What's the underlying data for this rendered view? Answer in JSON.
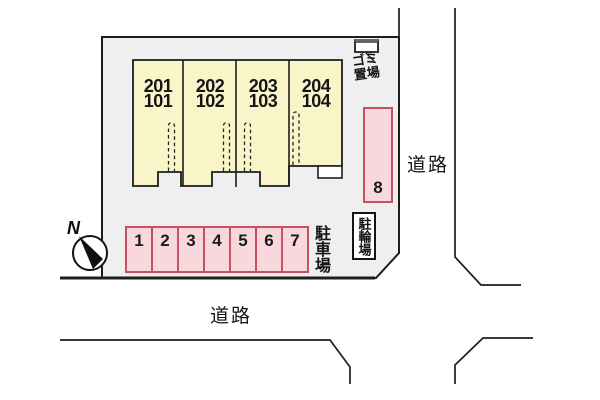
{
  "diagram": {
    "building": {
      "units": [
        {
          "floor2": "201",
          "floor1": "101"
        },
        {
          "floor2": "202",
          "floor1": "102"
        },
        {
          "floor2": "203",
          "floor1": "103"
        },
        {
          "floor2": "204",
          "floor1": "104"
        }
      ]
    },
    "parking": {
      "area_label": "駐車場",
      "spaces": [
        "1",
        "2",
        "3",
        "4",
        "5",
        "6",
        "7"
      ],
      "space8_label": "8"
    },
    "bicycle": {
      "label": "駐輪場"
    },
    "garbage": {
      "line1": "ゴミ",
      "line2": "置場"
    },
    "roads": {
      "right": "道路",
      "bottom": "道路"
    },
    "compass": {
      "north_label": "N"
    },
    "colors": {
      "site_fill": "#efefef",
      "building_fill": "#faf5c9",
      "parking_fill": "#f8d8dd",
      "parking_border": "#c94f63",
      "line_color": "#1d1d1d"
    }
  }
}
